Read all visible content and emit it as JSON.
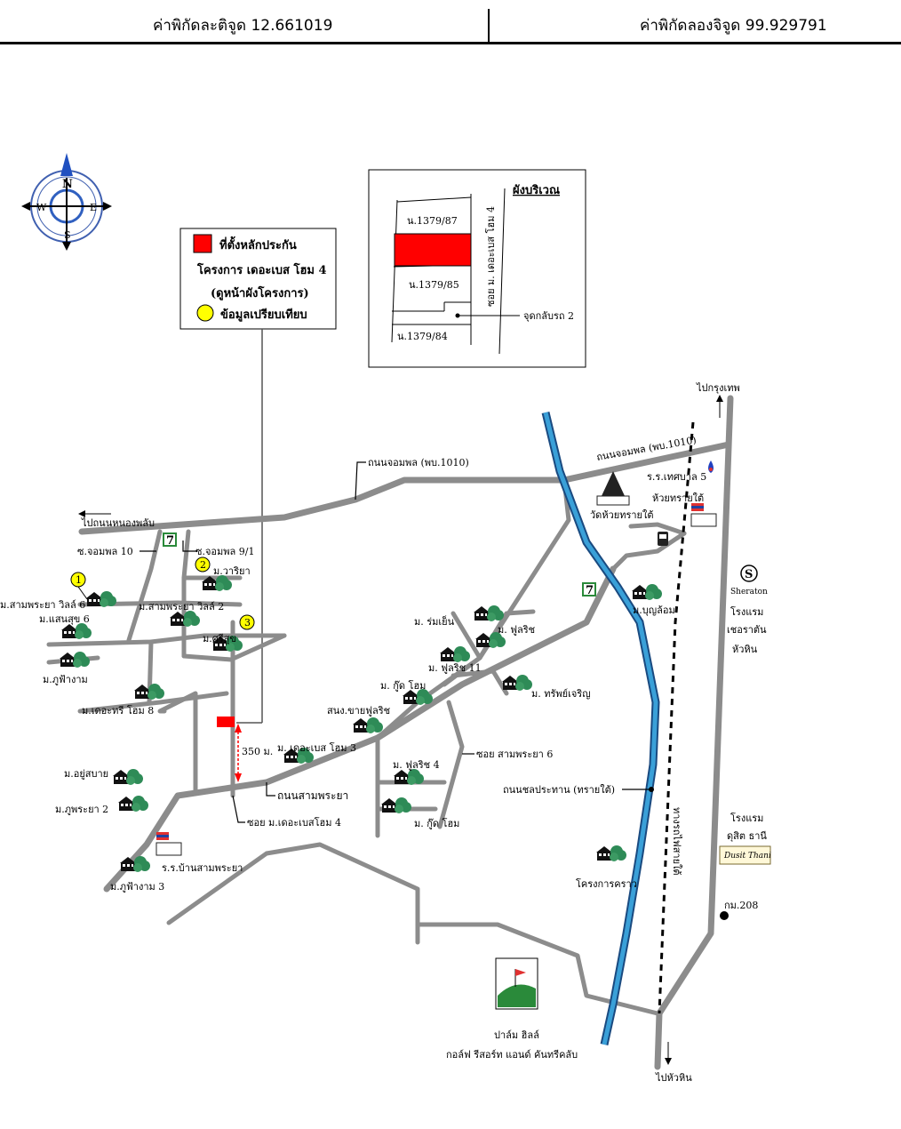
{
  "header": {
    "latitude": "ค่าพิกัดละติจูด 12.661019",
    "longitude": "ค่าพิกัดลองจิจูด 99.929791"
  },
  "compass": {
    "n": "N",
    "s": "S",
    "e": "E",
    "w": "W"
  },
  "legend": {
    "line1": "ที่ตั้งหลักประกัน",
    "line2": "โครงการ เดอะเบส โฮม 4",
    "line3": "(ดูหน้าผังโครงการ)",
    "line4": "ข้อมูลเปรียบเทียบ"
  },
  "inset": {
    "title": "ผังบริเวณ",
    "plot1": "น.1379/87",
    "plot2": "น.1379/85",
    "plot3": "น.1379/84",
    "soi": "ซอย ม. เดอะเบส โฮม 4",
    "turnaround": "จุดกลับรถ 2"
  },
  "labels": {
    "to_bangkok": "ไปกรุงเทพ",
    "to_huahin": "ไปหัวหิน",
    "to_nongphlap": "ไปถนนหนองพลับ",
    "jompol_road_1": "ถนนจอมพล (พบ.1010)",
    "jompol_road_2": "ถนนจอมพล (พบ.1010)",
    "soi_jompol_10": "ซ.จอมพล 10",
    "soi_jompol_9_1": "ซ.จอมพล 9/1",
    "m_warisa": "ม.วาริยา",
    "m_samphraya_villa6": "ม.สามพระยา วิลล์ 6",
    "m_samphraya_villa2": "ม.สามพระยา วิลล์ 2",
    "m_saensuk6": "ม.แสนสุข 6",
    "m_srisuk": "ม.ศรีสุข",
    "m_phufangam": "ม.ภูฟ้างาม",
    "m_thetree_home8": "ม.เดอะทรี โฮม 8",
    "m_rommyen": "ม. ร่มเย็น",
    "m_fulrich": "ม. ฟูลริช",
    "m_fulrich11": "ม. ฟูลริช 11",
    "m_good_home": "ม. กู๊ด โฮม",
    "m_sapcharoen": "ม. ทรัพย์เจริญ",
    "m_bunlom": "ม.บุญล้อม",
    "school_thesaban5": "ร.ร.เทศบาล 5",
    "school_huaisai": "ห้วยทรายใต้",
    "wat_huaisai": "วัดห้วยทรายใต้",
    "sanong_fulrich": "สนง.ขายฟูลริช",
    "m_thebase_home3": "ม. เดอะเบส โฮม 3",
    "distance": "350 ม.",
    "samphraya_road": "ถนนสามพระยา",
    "soi_thebase4": "ซอย ม.เดอะเบสโฮม 4",
    "soi_samphraya6": "ซอย สามพระยา 6",
    "m_fulrich4": "ม. ฟูลริช 4",
    "m_good_home2": "ม. กู๊ด โฮม",
    "m_yusabai": "ม.อยู่สบาย",
    "m_phuphaya2": "ม.ภูพระยา 2",
    "school_ban_samphraya": "ร.ร.บ้านสามพระยา",
    "m_phufangam3": "ม.ภูฟ้างาม 3",
    "chonprathan_road": "ถนนชลประทาน (ทรายใต้)",
    "project_krao": "โครงการคราว",
    "railway": "ทางรถไฟสายใต้",
    "sheraton_brand": "Sheraton",
    "sheraton_1": "โรงแรม",
    "sheraton_2": "เชอราตัน",
    "sheraton_3": "หัวหิน",
    "dusit_1": "โรงแรม",
    "dusit_2": "ดุสิต ธานี",
    "dusit_logo": "Dusit Thani",
    "km208": "กม.208",
    "palm_hills_1": "ปาล์ม ฮิลล์",
    "palm_hills_2": "กอล์ฟ รีสอร์ท แอนด์ คันทรีคลับ"
  },
  "comparables": [
    "1",
    "2",
    "3"
  ],
  "colors": {
    "road": "#8c8c8c",
    "canal": "#3aa0d8",
    "subject": "#ff0000",
    "comparable": "#ffff00",
    "tree": "#2e8b57"
  }
}
